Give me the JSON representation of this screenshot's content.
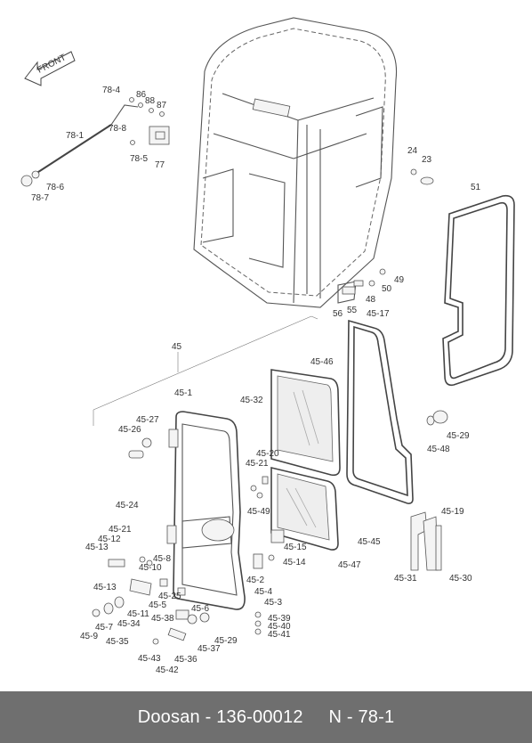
{
  "diagram": {
    "front_label": "FRONT",
    "labels": [
      "78-4",
      "86",
      "88",
      "87",
      "78-8",
      "78-1",
      "78-5",
      "77",
      "78-6",
      "78-7",
      "24",
      "23",
      "51",
      "49",
      "50",
      "48",
      "56",
      "55",
      "45-17",
      "45",
      "45-46",
      "45-32",
      "45-1",
      "45-27",
      "45-26",
      "45-29",
      "45-48",
      "45-20",
      "45-21",
      "45-49",
      "45-24",
      "45-21",
      "45-12",
      "45-13",
      "45-8",
      "45-10",
      "45-15",
      "45-14",
      "45-45",
      "45-47",
      "45-19",
      "45-31",
      "45-30",
      "45-2",
      "45-4",
      "45-3",
      "45-13",
      "45-25",
      "45-5",
      "45-11",
      "45-6",
      "45-34",
      "45-7",
      "45-9",
      "45-35",
      "45-38",
      "45-39",
      "45-40",
      "45-41",
      "45-29",
      "45-37",
      "45-36",
      "45-43",
      "45-42"
    ]
  },
  "footer": {
    "text": "Doosan - 136-00012     N - 78-1",
    "background": "#6f6f6f"
  }
}
